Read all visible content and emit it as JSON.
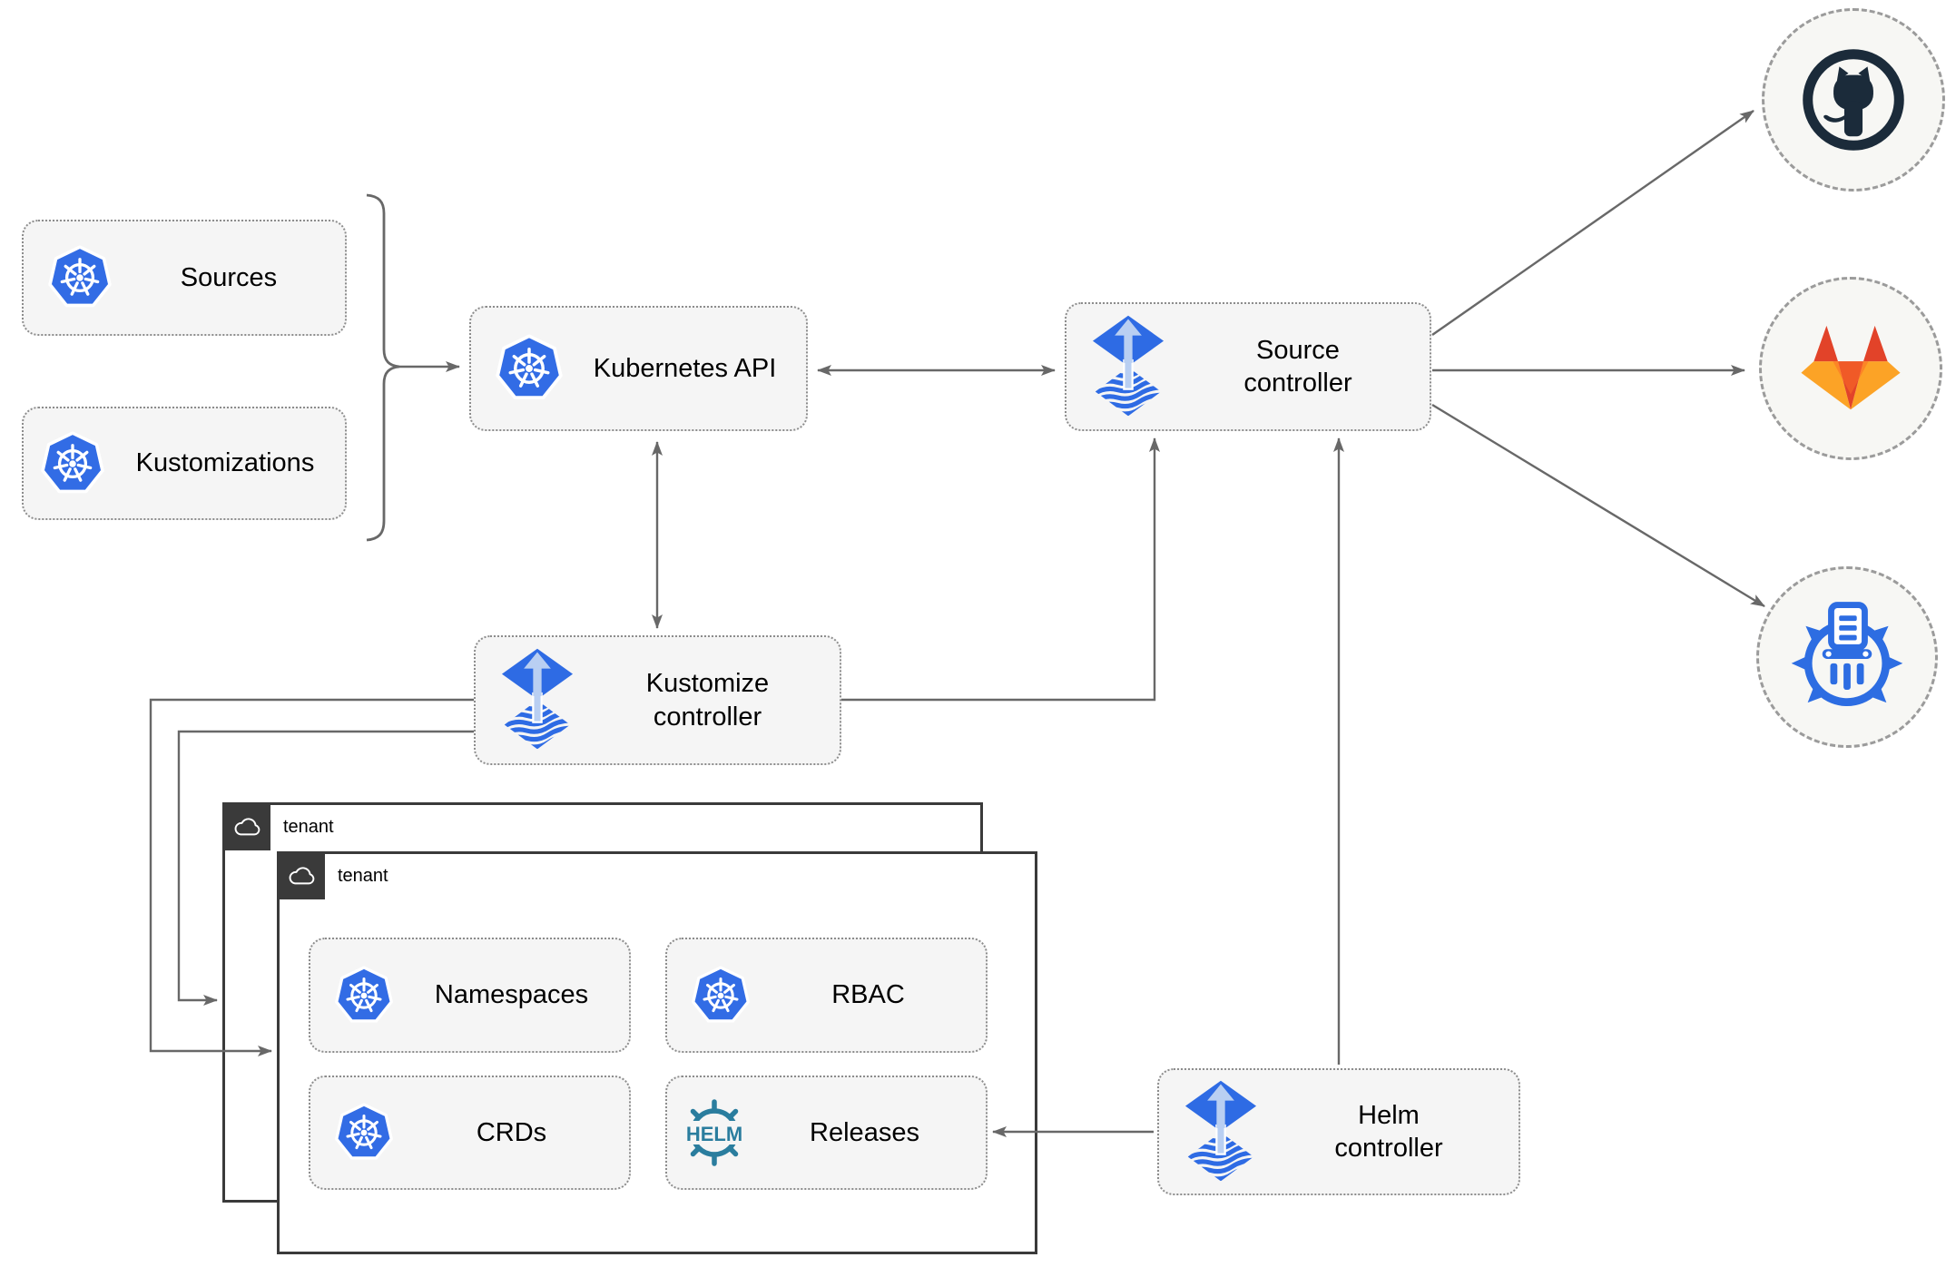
{
  "nodes": {
    "sources": {
      "label": "Sources"
    },
    "kustomizations": {
      "label": "Kustomizations"
    },
    "kubernetes_api": {
      "label": "Kubernetes API"
    },
    "source_controller": {
      "label": "Source controller"
    },
    "kustomize_controller": {
      "label": "Kustomize controller"
    },
    "helm_controller": {
      "label": "Helm controller"
    },
    "tenant_back": {
      "label": "tenant"
    },
    "tenant_front": {
      "label": "tenant"
    },
    "namespaces": {
      "label": "Namespaces"
    },
    "rbac": {
      "label": "RBAC"
    },
    "crds": {
      "label": "CRDs"
    },
    "releases": {
      "label": "Releases",
      "icon_text": "HELM"
    }
  },
  "icons": {
    "kubernetes": "kubernetes-wheel-icon",
    "flux": "flux-arrow-diamond-icon",
    "helm": "helm-wheel-icon",
    "cloud": "cloud-icon",
    "github": "github-octocat-icon",
    "gitlab": "gitlab-fox-icon",
    "chartmuseum": "chartmuseum-wheel-icon"
  },
  "colors": {
    "node_fill": "#f5f5f5",
    "node_border": "#8c8c8c",
    "connector_gray": "#686868",
    "tenant_border": "#3a3a3a",
    "kubernetes_blue": "#326ce5",
    "flux_blue": "#2e6be4",
    "flux_arrow_light": "#b9cff2",
    "helm_teal": "#2a7d9e",
    "chartmuseum_blue": "#2d6de2",
    "github_dark": "#1b2b3a",
    "gitlab_red": "#e24329",
    "gitlab_orange": "#fc6d26",
    "gitlab_yellow": "#fca326",
    "endpoint_fill": "#f7f7f4"
  },
  "edges": [
    {
      "from": "sources+kustomizations",
      "to": "kubernetes-api",
      "style": "brace-arrow"
    },
    {
      "from": "kubernetes-api",
      "to": "source-controller",
      "bidirectional": true
    },
    {
      "from": "kubernetes-api",
      "to": "kustomize-controller",
      "bidirectional": true
    },
    {
      "from": "kustomize-controller",
      "to": "source-controller"
    },
    {
      "from": "kustomize-controller",
      "to": "tenant-back"
    },
    {
      "from": "kustomize-controller",
      "to": "tenant-front"
    },
    {
      "from": "helm-controller",
      "to": "source-controller"
    },
    {
      "from": "helm-controller",
      "to": "releases"
    },
    {
      "from": "source-controller",
      "to": "github"
    },
    {
      "from": "source-controller",
      "to": "gitlab"
    },
    {
      "from": "source-controller",
      "to": "chartmuseum"
    }
  ]
}
